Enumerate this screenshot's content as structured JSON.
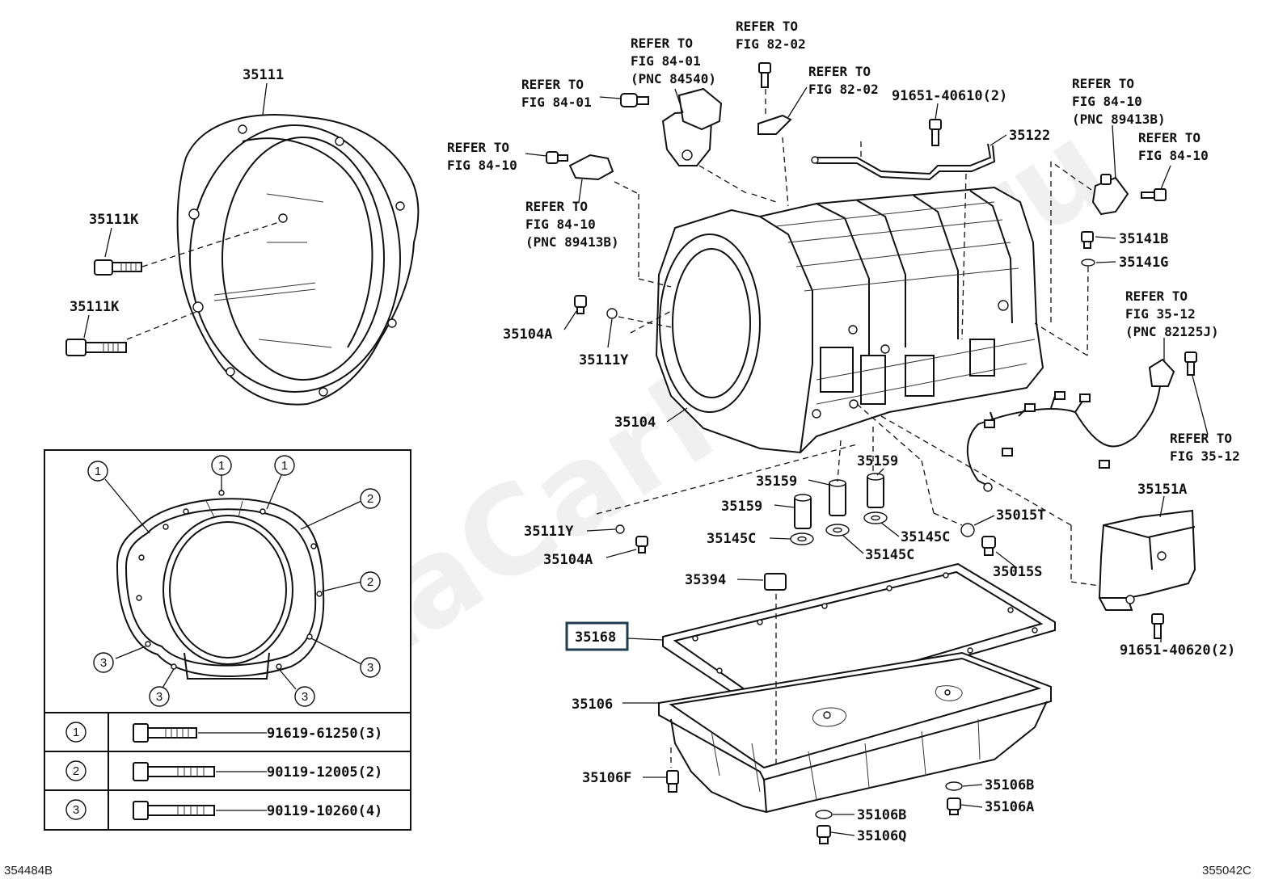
{
  "watermark": "ToyotaCarMart.ru",
  "figure_ids": {
    "left": "354484B",
    "right": "355042C"
  },
  "parts": {
    "bell_housing": "35111",
    "bolt_k_upper": "35111K",
    "bolt_k_lower": "35111K",
    "plug_upper": "35104A",
    "oring_upper": "35111Y",
    "case": "35104",
    "tube": "35122",
    "bolt_tube": "91651-40610(2)",
    "bolt_b": "35141B",
    "gasket_g": "35141G",
    "plug_lower": "35104A",
    "oring_lower": "35111Y",
    "sleeve_a": "35159",
    "sleeve_b": "35159",
    "sleeve_c": "35159",
    "washer_a": "35145C",
    "washer_b": "35145C",
    "washer_c": "35145C",
    "oring_t": "35015T",
    "plug_s": "35015S",
    "cover": "35151A",
    "bolt_cover": "91651-40620(2)",
    "magnet": "35394",
    "gasket_highlighted": "35168",
    "oil_pan": "35106",
    "bolt_f": "35106F",
    "washer_b1": "35106B",
    "plug_a": "35106A",
    "washer_b2": "35106B",
    "plug_q": "35106Q"
  },
  "refers": {
    "r1": [
      "REFER TO",
      "FIG 84-01",
      "(PNC 84540)"
    ],
    "r2": [
      "REFER TO",
      "FIG 82-02"
    ],
    "r3": [
      "REFER TO",
      "FIG 82-02"
    ],
    "r4": [
      "REFER TO",
      "FIG 84-01"
    ],
    "r5": [
      "REFER TO",
      "FIG 84-10"
    ],
    "r6": [
      "REFER TO",
      "FIG 84-10",
      "(PNC 89413B)"
    ],
    "r7": [
      "REFER TO",
      "FIG 84-10",
      "(PNC 89413B)"
    ],
    "r8": [
      "REFER TO",
      "FIG 84-10"
    ],
    "r9": [
      "REFER TO",
      "FIG 35-12",
      "(PNC 82125J)"
    ],
    "r10": [
      "REFER TO",
      "FIG 35-12"
    ]
  },
  "bolt_table": [
    {
      "key": "1",
      "part": "91619-61250(3)"
    },
    {
      "key": "2",
      "part": "90119-12005(2)"
    },
    {
      "key": "3",
      "part": "90119-10260(4)"
    }
  ],
  "inset_callouts": [
    "1",
    "1",
    "1",
    "2",
    "2",
    "3",
    "3",
    "3",
    "3"
  ]
}
